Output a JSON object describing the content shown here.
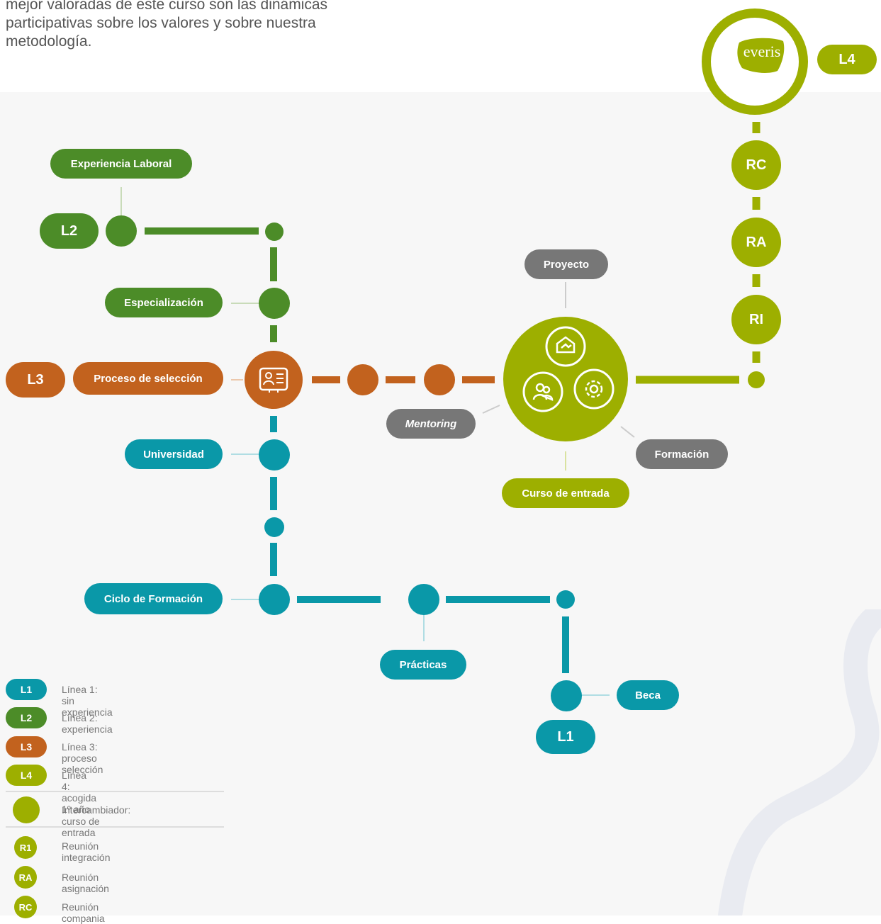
{
  "intro_text": "mejor valoradas de este curso son las dinámicas participativas sobre los valores y sobre nuestra metodología.",
  "colors": {
    "l1": "#0a98a8",
    "l2": "#4c8c28",
    "l3": "#c2621e",
    "l4": "#9daf00",
    "gray": "#777777"
  },
  "logo": {
    "text": "everis",
    "line": "L4"
  },
  "l4_stops": [
    "RC",
    "RA",
    "RI"
  ],
  "labels": {
    "experiencia_laboral": "Experiencia Laboral",
    "l2": "L2",
    "especializacion": "Especialización",
    "l3": "L3",
    "proceso_seleccion": "Proceso de selección",
    "universidad": "Universidad",
    "ciclo_formacion": "Ciclo de Formación",
    "practicas": "Prácticas",
    "beca": "Beca",
    "l1": "L1",
    "proyecto": "Proyecto",
    "mentoring": "Mentoring",
    "formacion": "Formación",
    "curso_entrada": "Curso de entrada"
  },
  "legend": {
    "lines": [
      {
        "badge": "L1",
        "text": "Línea 1: sin experiencia",
        "color": "#0a98a8"
      },
      {
        "badge": "L2",
        "text": "Línea 2: experiencia",
        "color": "#4c8c28"
      },
      {
        "badge": "L3",
        "text": "Línea 3: proceso selección",
        "color": "#c2621e"
      },
      {
        "badge": "L4",
        "text": "Línea 4: acogida 1º año",
        "color": "#9daf00"
      }
    ],
    "interchange": "Intercambiador: curso de entrada",
    "meetings": [
      {
        "badge": "R1",
        "text": "Reunión integración"
      },
      {
        "badge": "RA",
        "text": "Reunión asignación"
      },
      {
        "badge": "RC",
        "text": "Reunión compania"
      }
    ]
  }
}
